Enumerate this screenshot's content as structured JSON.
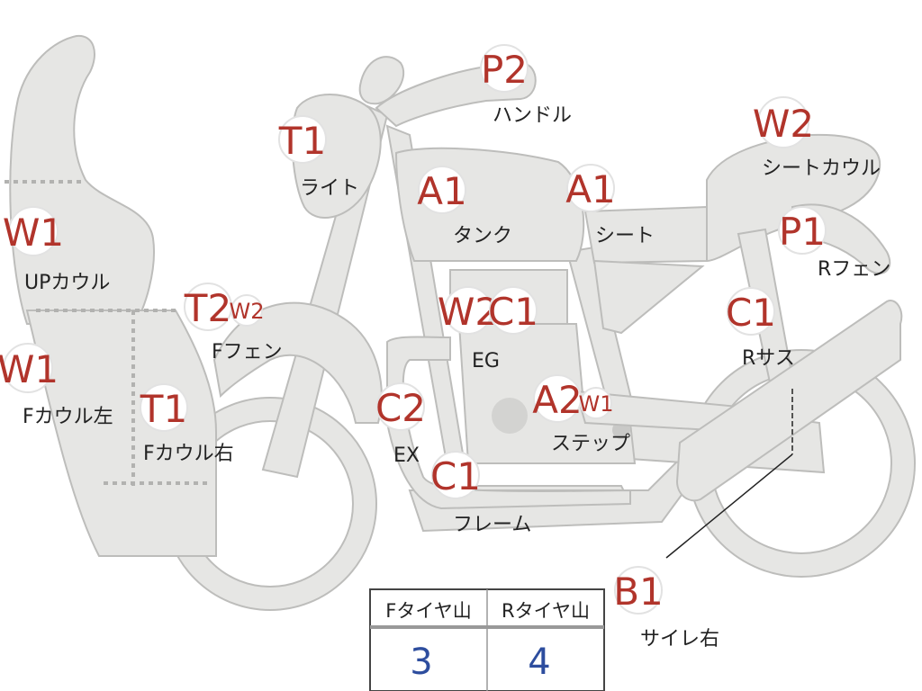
{
  "colors": {
    "code_red": "#b1342b",
    "part_fill": "#e6e6e4",
    "part_stroke": "#bdbdbb",
    "table_value_blue": "#2d4d9e"
  },
  "callouts": [
    {
      "id": "handle",
      "code": "P2",
      "label": "ハンドル"
    },
    {
      "id": "light",
      "code": "T1",
      "label": "ライト"
    },
    {
      "id": "tank",
      "code": "A1",
      "label": "タンク"
    },
    {
      "id": "seat",
      "code": "A1",
      "label": "シート"
    },
    {
      "id": "seat-cowl",
      "code": "W2",
      "label": "シートカウル"
    },
    {
      "id": "up-cowl",
      "code": "W1",
      "label": "UPカウル"
    },
    {
      "id": "r-fender",
      "code": "P1",
      "label": "Rフェン"
    },
    {
      "id": "f-fender",
      "code": "T2",
      "code2": "W2",
      "label": "Fフェン"
    },
    {
      "id": "engine",
      "code": "W2",
      "code2": "C1",
      "label": "EG"
    },
    {
      "id": "r-suspension",
      "code": "C1",
      "label": "Rサス"
    },
    {
      "id": "f-cowl-left",
      "code": "W1",
      "label": "Fカウル左"
    },
    {
      "id": "f-cowl-right",
      "code": "T1",
      "label": "Fカウル右"
    },
    {
      "id": "step",
      "code": "A2",
      "code2": "W1",
      "label": "ステップ"
    },
    {
      "id": "exhaust",
      "code": "C2",
      "label": "EX"
    },
    {
      "id": "frame",
      "code": "C1",
      "label": "フレーム"
    },
    {
      "id": "silencer-right",
      "code": "B1",
      "label": "サイレ右"
    }
  ],
  "tire_table": {
    "headers": [
      "Fタイヤ山",
      "Rタイヤ山"
    ],
    "values": [
      "3",
      "4"
    ]
  }
}
